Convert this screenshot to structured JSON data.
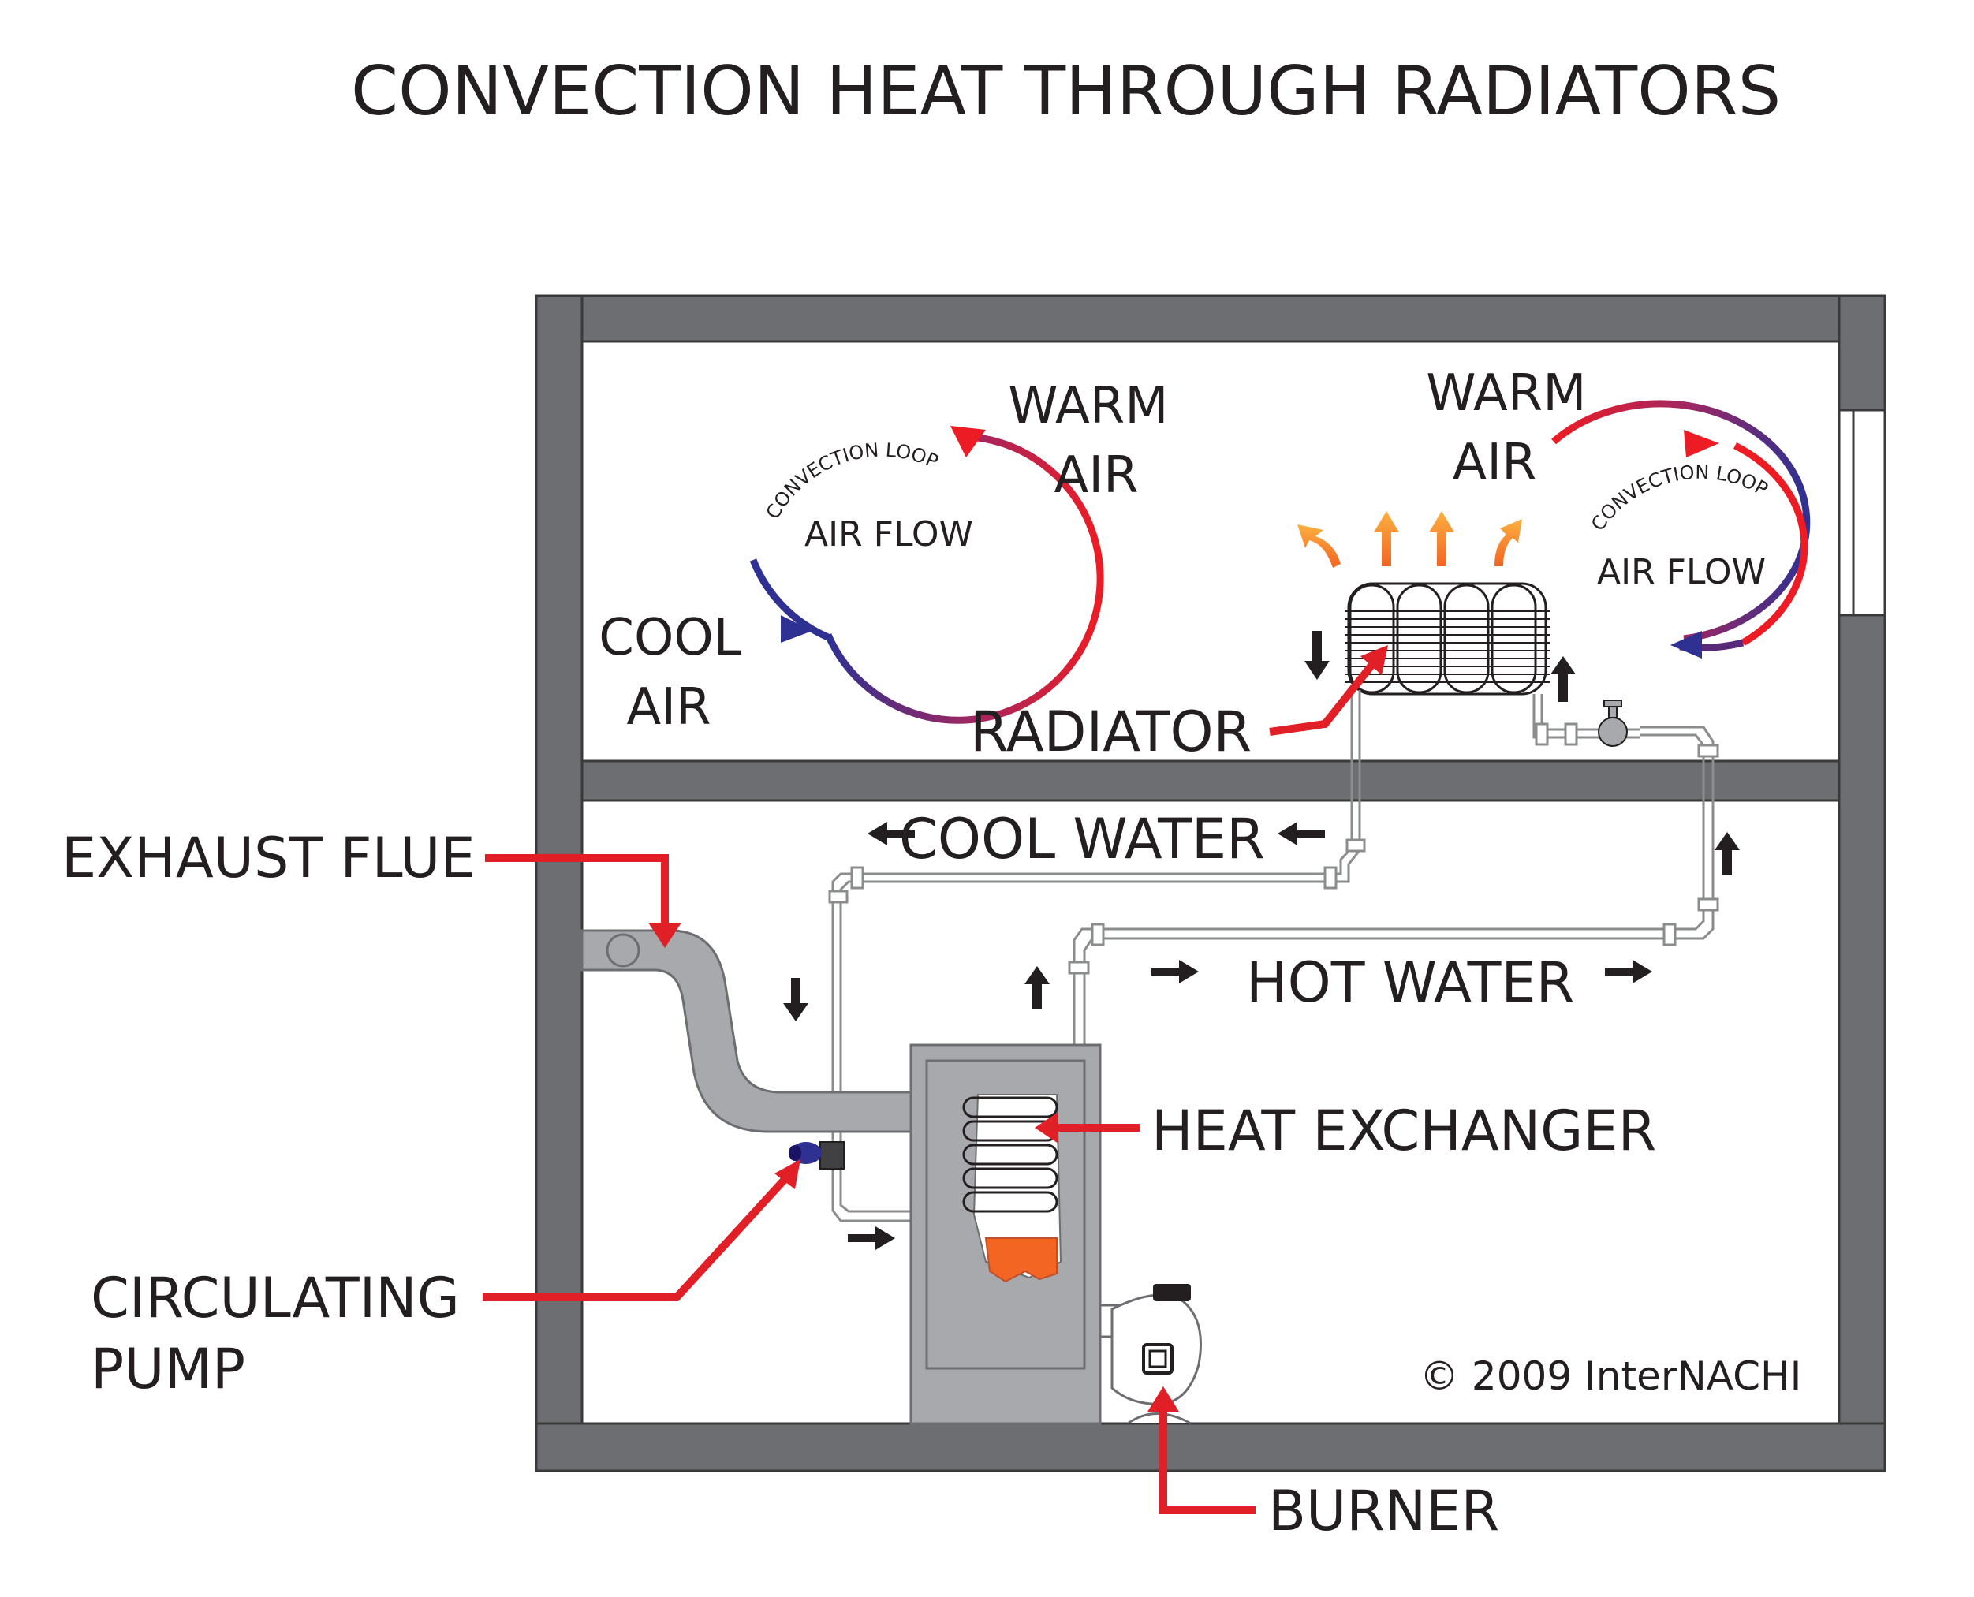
{
  "title": "CONVECTION HEAT THROUGH RADIATORS",
  "labels": {
    "warm_air_left": [
      "WARM",
      "AIR"
    ],
    "warm_air_right": [
      "WARM",
      "AIR"
    ],
    "cool_air": [
      "COOL",
      "AIR"
    ],
    "convection_loop_left": "CONVECTION LOOP",
    "convection_loop_right": "CONVECTION LOOP",
    "air_flow_left": "AIR FLOW",
    "air_flow_right": "AIR FLOW",
    "radiator": "RADIATOR",
    "cool_water": "COOL WATER",
    "hot_water": "HOT WATER",
    "exhaust_flue": "EXHAUST FLUE",
    "heat_exchanger": "HEAT EXCHANGER",
    "circulating_pump": [
      "CIRCULATING",
      "PUMP"
    ],
    "burner": "BURNER",
    "copyright": "© 2009 InterNACHI"
  },
  "colors": {
    "wall": "#6d6e71",
    "wall_outline": "#3a3a3a",
    "callout_red": "#e11f26",
    "arrow_black": "#231f20",
    "flame_orange": "#f26522",
    "loop_cool": "#2e3192",
    "loop_warm": "#ed1c24"
  }
}
